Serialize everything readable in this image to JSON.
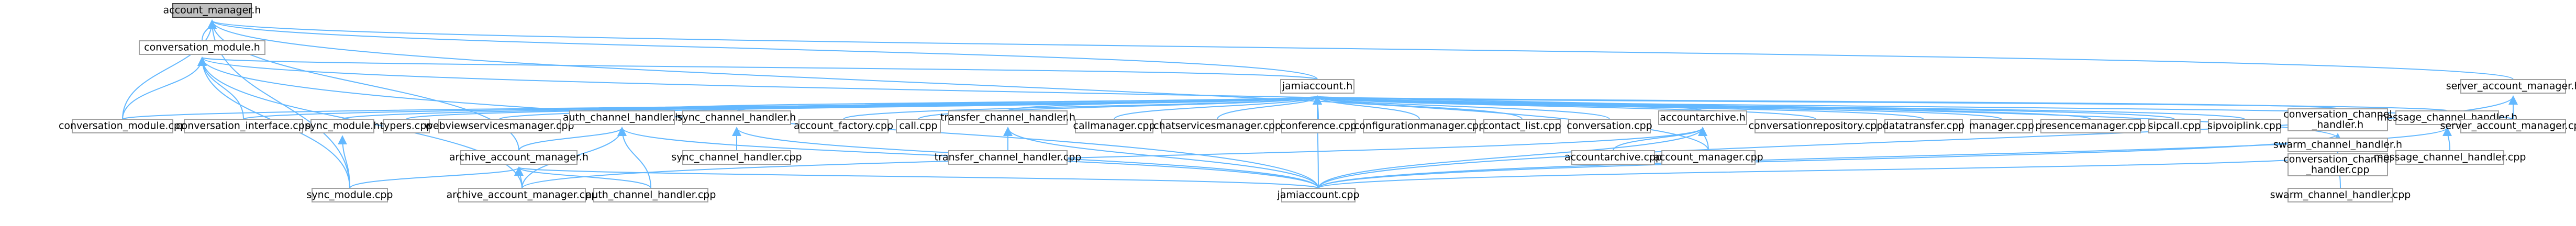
{
  "graph": {
    "edge_color": "#63b8ff",
    "root_fill": "#bfbfbf",
    "node_border": "#a0a0a0",
    "nodes": [
      {
        "id": "account_manager_h",
        "lines": [
          "account_manager.h"
        ],
        "root": true
      },
      {
        "id": "conversation_module_h",
        "lines": [
          "conversation_module.h"
        ]
      },
      {
        "id": "server_account_manager_h",
        "lines": [
          "server_account_manager.h"
        ]
      },
      {
        "id": "jamiaccount_h",
        "lines": [
          "jamiaccount.h"
        ]
      },
      {
        "id": "conversation_module_cpp",
        "lines": [
          "conversation_module.cpp"
        ]
      },
      {
        "id": "conversation_interface_cpp",
        "lines": [
          "conversation_interface.cpp"
        ]
      },
      {
        "id": "sync_module_h",
        "lines": [
          "sync_module.h"
        ]
      },
      {
        "id": "typers_cpp",
        "lines": [
          "typers.cpp"
        ]
      },
      {
        "id": "webviewservicesmanager_cpp",
        "lines": [
          "webviewservicesmanager.cpp"
        ]
      },
      {
        "id": "auth_channel_handler_h",
        "lines": [
          "auth_channel_handler.h"
        ]
      },
      {
        "id": "sync_channel_handler_h",
        "lines": [
          "sync_channel_handler.h"
        ]
      },
      {
        "id": "account_factory_cpp",
        "lines": [
          "account_factory.cpp"
        ]
      },
      {
        "id": "call_cpp",
        "lines": [
          "call.cpp"
        ]
      },
      {
        "id": "transfer_channel_handler_h",
        "lines": [
          "transfer_channel_handler.h"
        ]
      },
      {
        "id": "callmanager_cpp",
        "lines": [
          "callmanager.cpp"
        ]
      },
      {
        "id": "chatservicesmanager_cpp",
        "lines": [
          "chatservicesmanager.cpp"
        ]
      },
      {
        "id": "conference_cpp",
        "lines": [
          "conference.cpp"
        ]
      },
      {
        "id": "configurationmanager_cpp",
        "lines": [
          "configurationmanager.cpp"
        ]
      },
      {
        "id": "contact_list_cpp",
        "lines": [
          "contact_list.cpp"
        ]
      },
      {
        "id": "conversation_cpp",
        "lines": [
          "conversation.cpp"
        ]
      },
      {
        "id": "accountarchive_h",
        "lines": [
          "accountarchive.h"
        ]
      },
      {
        "id": "conversationrepository_cpp",
        "lines": [
          "conversationrepository.cpp"
        ]
      },
      {
        "id": "datatransfer_cpp",
        "lines": [
          "datatransfer.cpp"
        ]
      },
      {
        "id": "manager_cpp",
        "lines": [
          "manager.cpp"
        ]
      },
      {
        "id": "presencemanager_cpp",
        "lines": [
          "presencemanager.cpp"
        ]
      },
      {
        "id": "sipcall_cpp",
        "lines": [
          "sipcall.cpp"
        ]
      },
      {
        "id": "sipvoiplink_cpp",
        "lines": [
          "sipvoiplink.cpp"
        ]
      },
      {
        "id": "conversation_channel_handler_h",
        "lines": [
          "conversation_channel",
          "_handler.h"
        ]
      },
      {
        "id": "message_channel_handler_h",
        "lines": [
          "message_channel_handler.h"
        ]
      },
      {
        "id": "server_account_manager_cpp",
        "lines": [
          "server_account_manager.cpp"
        ]
      },
      {
        "id": "sync_channel_handler_cpp",
        "lines": [
          "sync_channel_handler.cpp"
        ]
      },
      {
        "id": "transfer_channel_handler_cpp",
        "lines": [
          "transfer_channel_handler.cpp"
        ]
      },
      {
        "id": "accountarchive_cpp",
        "lines": [
          "accountarchive.cpp"
        ]
      },
      {
        "id": "account_manager_cpp",
        "lines": [
          "account_manager.cpp"
        ]
      },
      {
        "id": "conversation_channel_handler_cpp",
        "lines": [
          "conversation_channel",
          "_handler.cpp"
        ]
      },
      {
        "id": "swarm_channel_handler_h",
        "lines": [
          "swarm_channel_handler.h"
        ]
      },
      {
        "id": "message_channel_handler_cpp",
        "lines": [
          "message_channel_handler.cpp"
        ]
      },
      {
        "id": "archive_account_manager_h",
        "lines": [
          "archive_account_manager.h"
        ]
      },
      {
        "id": "sync_module_cpp",
        "lines": [
          "sync_module.cpp"
        ]
      },
      {
        "id": "archive_account_manager_cpp",
        "lines": [
          "archive_account_manager.cpp"
        ]
      },
      {
        "id": "auth_channel_handler_cpp",
        "lines": [
          "auth_channel_handler.cpp"
        ]
      },
      {
        "id": "jamiaccount_cpp",
        "lines": [
          "jamiaccount.cpp"
        ]
      },
      {
        "id": "swarm_channel_handler_cpp",
        "lines": [
          "swarm_channel_handler.cpp"
        ]
      }
    ],
    "edges": [
      [
        "conversation_module_h",
        "account_manager_h"
      ],
      [
        "server_account_manager_h",
        "account_manager_h"
      ],
      [
        "conversation_module_cpp",
        "account_manager_h"
      ],
      [
        "archive_account_manager_h",
        "account_manager_h"
      ],
      [
        "sync_module_cpp",
        "account_manager_h"
      ],
      [
        "jamiaccount_h",
        "account_manager_h"
      ],
      [
        "account_manager_cpp",
        "account_manager_h"
      ],
      [
        "jamiaccount_h",
        "conversation_module_h"
      ],
      [
        "conversation_module_cpp",
        "conversation_module_h"
      ],
      [
        "conversation_interface_cpp",
        "conversation_module_h"
      ],
      [
        "sync_module_cpp",
        "conversation_module_h"
      ],
      [
        "archive_account_manager_cpp",
        "conversation_module_h"
      ],
      [
        "swarm_channel_handler_h",
        "conversation_module_h"
      ],
      [
        "jamiaccount_cpp",
        "conversation_module_h"
      ],
      [
        "server_account_manager_cpp",
        "server_account_manager_h"
      ],
      [
        "jamiaccount_cpp",
        "server_account_manager_h"
      ],
      [
        "conversation_module_cpp",
        "jamiaccount_h"
      ],
      [
        "conversation_interface_cpp",
        "jamiaccount_h"
      ],
      [
        "sync_module_h",
        "jamiaccount_h"
      ],
      [
        "typers_cpp",
        "jamiaccount_h"
      ],
      [
        "webviewservicesmanager_cpp",
        "jamiaccount_h"
      ],
      [
        "auth_channel_handler_h",
        "jamiaccount_h"
      ],
      [
        "sync_channel_handler_h",
        "jamiaccount_h"
      ],
      [
        "account_factory_cpp",
        "jamiaccount_h"
      ],
      [
        "call_cpp",
        "jamiaccount_h"
      ],
      [
        "transfer_channel_handler_h",
        "jamiaccount_h"
      ],
      [
        "callmanager_cpp",
        "jamiaccount_h"
      ],
      [
        "chatservicesmanager_cpp",
        "jamiaccount_h"
      ],
      [
        "conference_cpp",
        "jamiaccount_h"
      ],
      [
        "configurationmanager_cpp",
        "jamiaccount_h"
      ],
      [
        "contact_list_cpp",
        "jamiaccount_h"
      ],
      [
        "conversation_cpp",
        "jamiaccount_h"
      ],
      [
        "accountarchive_h",
        "jamiaccount_h"
      ],
      [
        "conversationrepository_cpp",
        "jamiaccount_h"
      ],
      [
        "datatransfer_cpp",
        "jamiaccount_h"
      ],
      [
        "manager_cpp",
        "jamiaccount_h"
      ],
      [
        "presencemanager_cpp",
        "jamiaccount_h"
      ],
      [
        "sipcall_cpp",
        "jamiaccount_h"
      ],
      [
        "sipvoiplink_cpp",
        "jamiaccount_h"
      ],
      [
        "conversation_channel_handler_h",
        "jamiaccount_h"
      ],
      [
        "message_channel_handler_h",
        "jamiaccount_h"
      ],
      [
        "server_account_manager_cpp",
        "jamiaccount_h"
      ],
      [
        "jamiaccount_cpp",
        "jamiaccount_h"
      ],
      [
        "sync_module_cpp",
        "sync_module_h"
      ],
      [
        "archive_account_manager_h",
        "auth_channel_handler_h"
      ],
      [
        "auth_channel_handler_cpp",
        "auth_channel_handler_h"
      ],
      [
        "archive_account_manager_cpp",
        "auth_channel_handler_h"
      ],
      [
        "jamiaccount_cpp",
        "auth_channel_handler_h"
      ],
      [
        "sync_channel_handler_cpp",
        "sync_channel_handler_h"
      ],
      [
        "jamiaccount_cpp",
        "sync_channel_handler_h"
      ],
      [
        "transfer_channel_handler_cpp",
        "transfer_channel_handler_h"
      ],
      [
        "jamiaccount_cpp",
        "transfer_channel_handler_h"
      ],
      [
        "accountarchive_cpp",
        "accountarchive_h"
      ],
      [
        "account_manager_cpp",
        "accountarchive_h"
      ],
      [
        "archive_account_manager_cpp",
        "accountarchive_h"
      ],
      [
        "jamiaccount_cpp",
        "accountarchive_h"
      ],
      [
        "conversation_channel_handler_cpp",
        "conversation_channel_handler_h"
      ],
      [
        "jamiaccount_cpp",
        "conversation_channel_handler_h"
      ],
      [
        "message_channel_handler_cpp",
        "message_channel_handler_h"
      ],
      [
        "jamiaccount_cpp",
        "message_channel_handler_h"
      ],
      [
        "swarm_channel_handler_cpp",
        "swarm_channel_handler_h"
      ],
      [
        "jamiaccount_cpp",
        "swarm_channel_handler_h"
      ],
      [
        "auth_channel_handler_cpp",
        "archive_account_manager_h"
      ],
      [
        "archive_account_manager_cpp",
        "archive_account_manager_h"
      ],
      [
        "sync_module_cpp",
        "archive_account_manager_h"
      ],
      [
        "jamiaccount_cpp",
        "archive_account_manager_h"
      ]
    ]
  }
}
